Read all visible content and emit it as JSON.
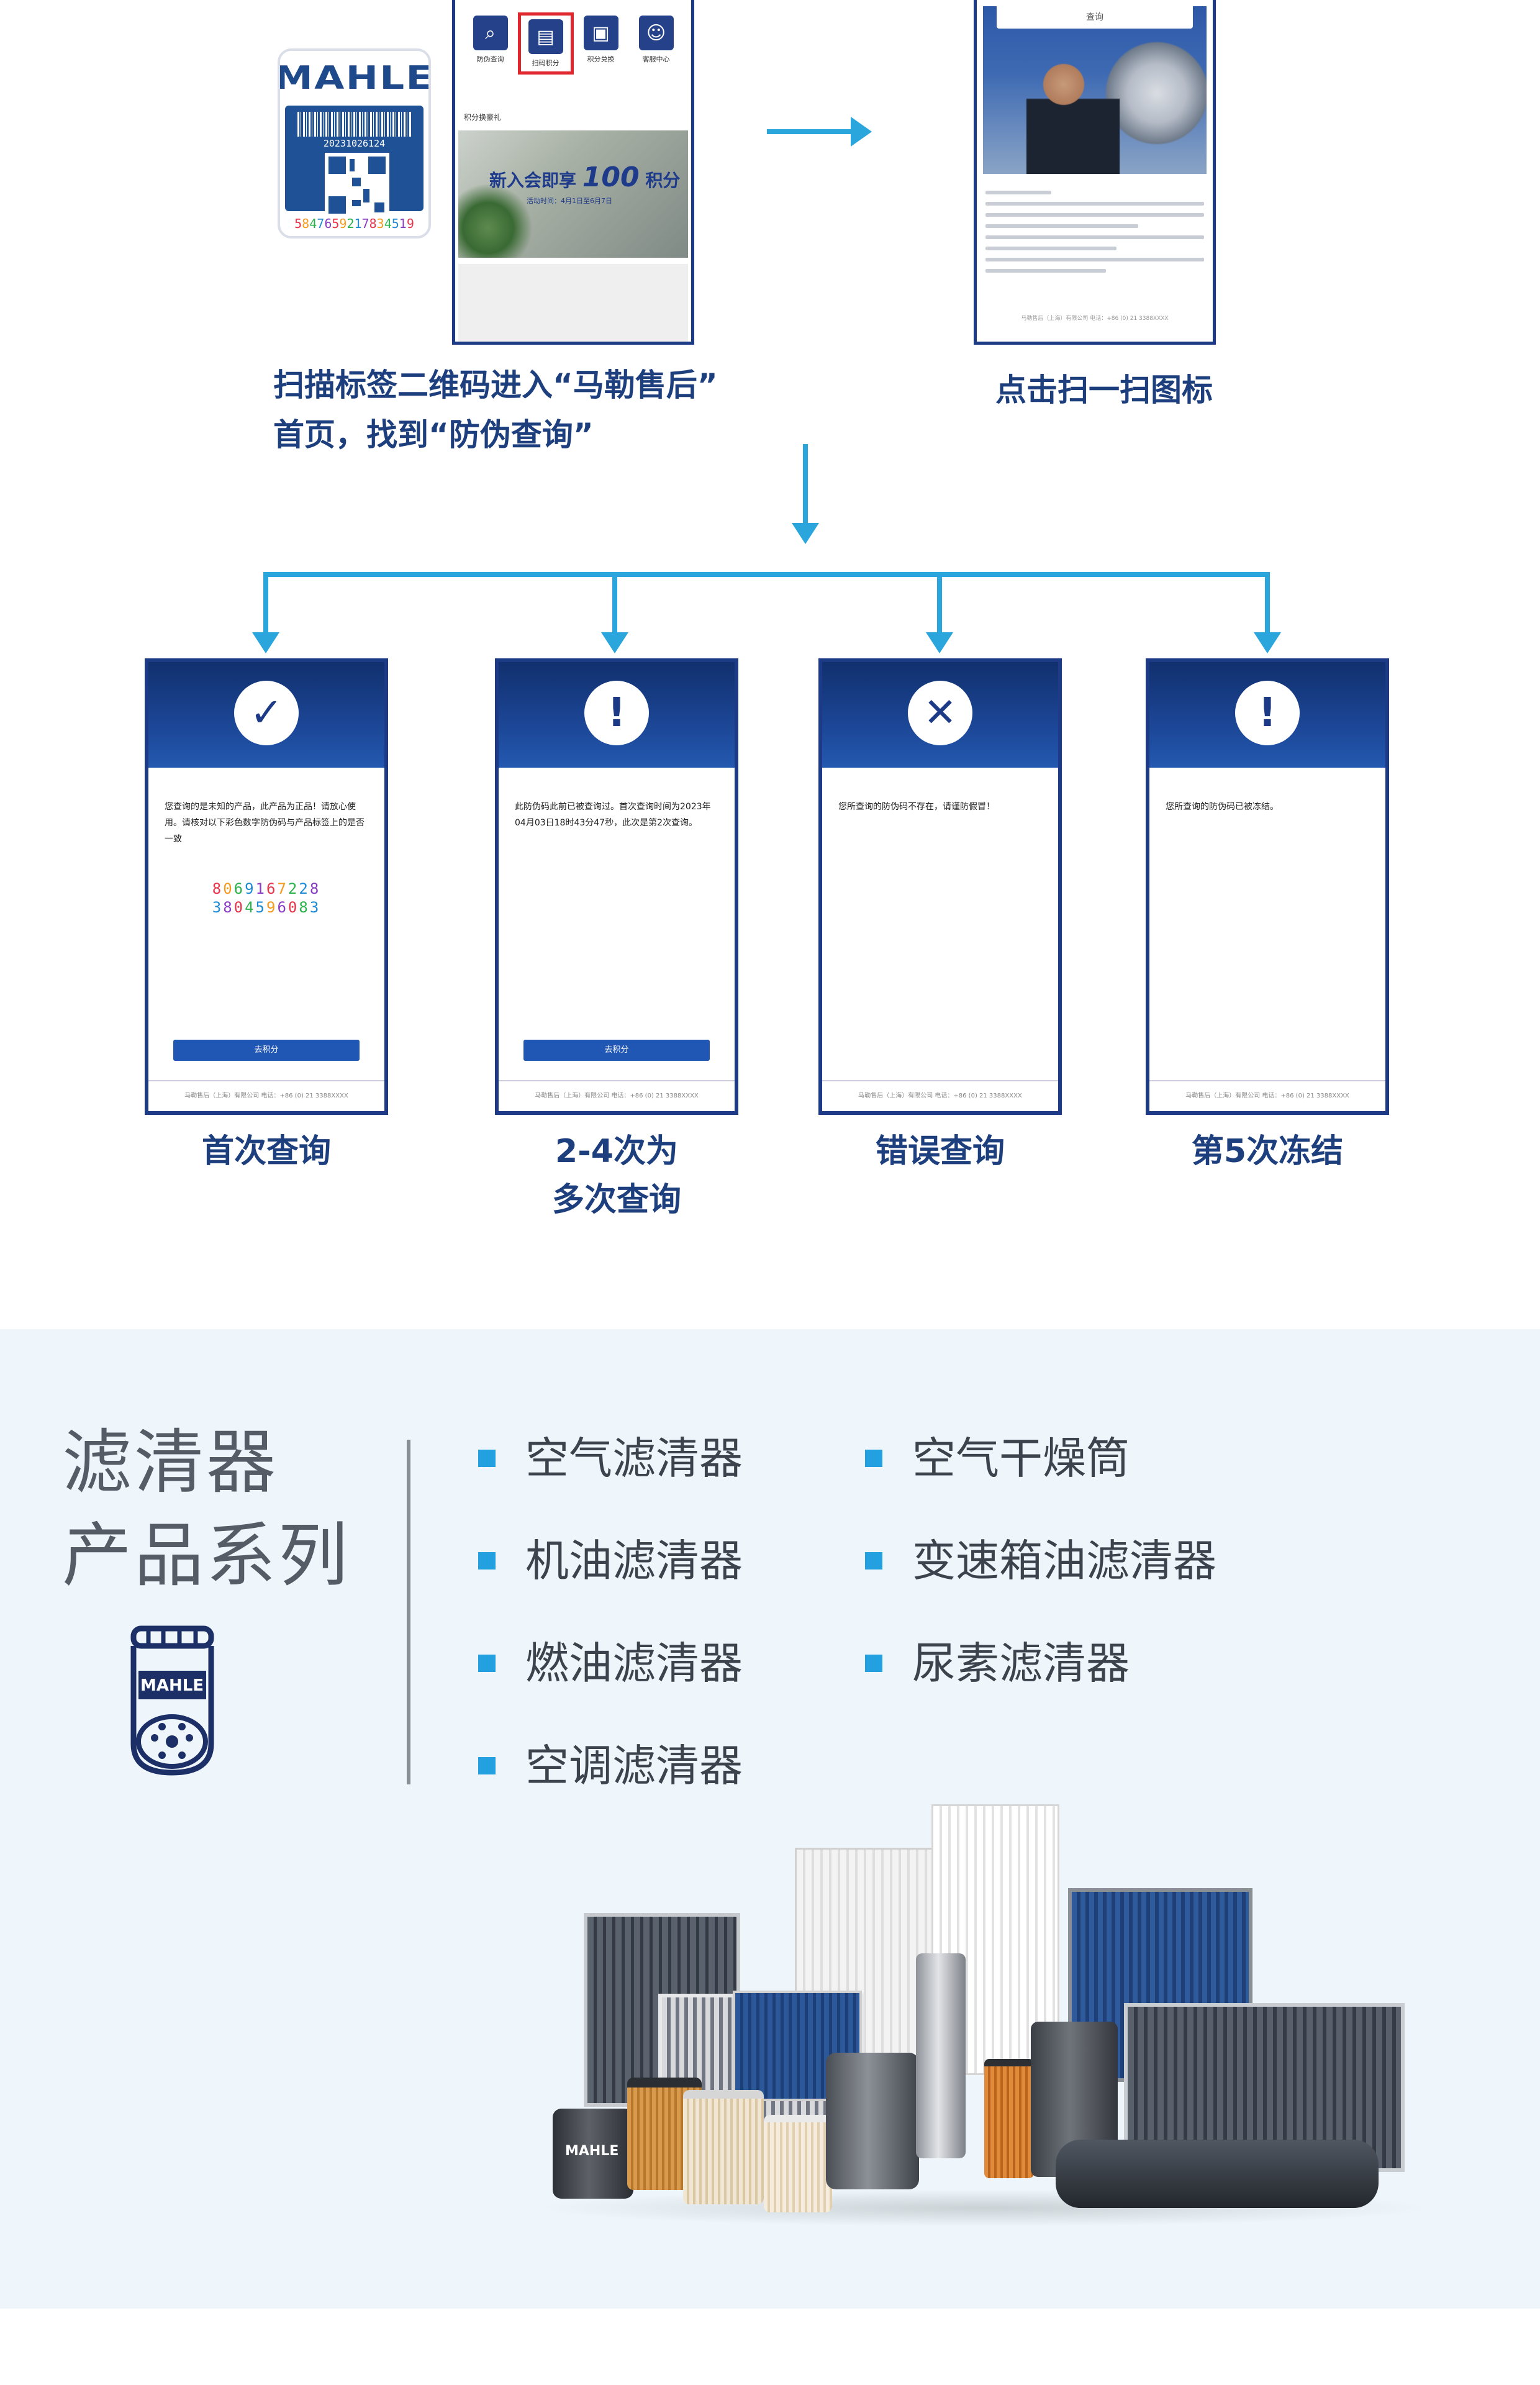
{
  "label": {
    "brand": "MAHLE",
    "code_top": "2023102612​4",
    "code_bottom_parts": [
      {
        "t": "5",
        "c": "#e8344b"
      },
      {
        "t": "8",
        "c": "#f59a1c"
      },
      {
        "t": "4",
        "c": "#2ab24a"
      },
      {
        "t": "7",
        "c": "#1d8ad6"
      },
      {
        "t": "6",
        "c": "#8b3cc4"
      },
      {
        "t": "5",
        "c": "#e8344b"
      },
      {
        "t": "9",
        "c": "#f59a1c"
      },
      {
        "t": "2",
        "c": "#2ab24a"
      },
      {
        "t": "1",
        "c": "#1d8ad6"
      },
      {
        "t": "7",
        "c": "#8b3cc4"
      },
      {
        "t": "8",
        "c": "#e8344b"
      },
      {
        "t": "3",
        "c": "#f59a1c"
      },
      {
        "t": "4",
        "c": "#2ab24a"
      },
      {
        "t": "5",
        "c": "#1d8ad6"
      },
      {
        "t": "1",
        "c": "#8b3cc4"
      },
      {
        "t": "9",
        "c": "#e8344b"
      }
    ]
  },
  "phone1": {
    "icons": [
      {
        "glyph": "⌕",
        "caption": "防伪查询"
      },
      {
        "glyph": "▤",
        "caption": "扫码积分"
      },
      {
        "glyph": "▣",
        "caption": "积分兑换"
      },
      {
        "glyph": "☺",
        "caption": "客服中心"
      }
    ],
    "section_text": "积分换豪礼",
    "promo_prefix": "新入会即享",
    "promo_number": "100",
    "promo_suffix": "积分",
    "promo_sub": "活动时间：4月1日至6月7日"
  },
  "phone2": {
    "button": "查询",
    "footer": "马勒售后（上海）有限公司 电话：+86 (0) 21 3388XXXX"
  },
  "captions": {
    "step1_line1": "扫描标签二维码进入“马勒售后”",
    "step1_line2": "首页，找到“防伪查询”",
    "step2": "点击扫一扫图标"
  },
  "screens": [
    {
      "badge": "✓",
      "message": "您查询的是未知的产品，此产品为正品！请放心使用。请核对以下彩色数字防伪码与产品标签上的是否一致",
      "digits_line1": [
        {
          "t": "8",
          "c": "#e8344b"
        },
        {
          "t": "0",
          "c": "#f59a1c"
        },
        {
          "t": "6",
          "c": "#2ab24a"
        },
        {
          "t": "9",
          "c": "#1d8ad6"
        },
        {
          "t": "1",
          "c": "#8b3cc4"
        },
        {
          "t": "6",
          "c": "#e8344b"
        },
        {
          "t": "7",
          "c": "#f59a1c"
        },
        {
          "t": "2",
          "c": "#2ab24a"
        },
        {
          "t": "2",
          "c": "#1d8ad6"
        },
        {
          "t": "8",
          "c": "#8b3cc4"
        }
      ],
      "digits_line2": [
        {
          "t": "3",
          "c": "#1d8ad6"
        },
        {
          "t": "8",
          "c": "#8b3cc4"
        },
        {
          "t": "0",
          "c": "#e8344b"
        },
        {
          "t": "4",
          "c": "#2ab24a"
        },
        {
          "t": "5",
          "c": "#1d8ad6"
        },
        {
          "t": "9",
          "c": "#f59a1c"
        },
        {
          "t": "6",
          "c": "#8b3cc4"
        },
        {
          "t": "0",
          "c": "#e8344b"
        },
        {
          "t": "8",
          "c": "#2ab24a"
        },
        {
          "t": "3",
          "c": "#1d8ad6"
        }
      ],
      "button": "去积分",
      "footer": "马勒售后（上海）有限公司 电话：+86 (0) 21 3388XXXX",
      "caption_lines": [
        "首次查询"
      ]
    },
    {
      "badge": "!",
      "message": "此防伪码此前已被查询过。首次查询时间为2023年04月03日18时43分47秒，此次是第2次查询。",
      "digits_line1": [],
      "digits_line2": [],
      "button": "去积分",
      "footer": "马勒售后（上海）有限公司 电话：+86 (0) 21 3388XXXX",
      "caption_lines": [
        "2-4次为",
        "多次查询"
      ]
    },
    {
      "badge": "✕",
      "message": "您所查询的防伪码不存在，请谨防假冒！",
      "digits_line1": [],
      "digits_line2": [],
      "button": "",
      "footer": "马勒售后（上海）有限公司 电话：+86 (0) 21 3388XXXX",
      "caption_lines": [
        "错误查询"
      ]
    },
    {
      "badge": "!",
      "message": "您所查询的防伪码已被冻结。",
      "digits_line1": [],
      "digits_line2": [],
      "button": "",
      "footer": "马勒售后（上海）有限公司 电话：+86 (0) 21 3388XXXX",
      "caption_lines": [
        "第5次冻结"
      ]
    }
  ],
  "products": {
    "title_line1": "滤清器",
    "title_line2": "产品系列",
    "icon_brand": "MAHLE",
    "col1": [
      "空气滤清器",
      "机油滤清器",
      "燃油滤清器",
      "空调滤清器"
    ],
    "col2": [
      "空气干燥筒",
      "变速箱油滤清器",
      "尿素滤清器"
    ],
    "bullet_color": "#22a0e0",
    "can_brand": "MAHLE"
  },
  "colors": {
    "navy": "#1c3a86",
    "arrow": "#2aa6dd",
    "caption": "#1d3f7e"
  }
}
